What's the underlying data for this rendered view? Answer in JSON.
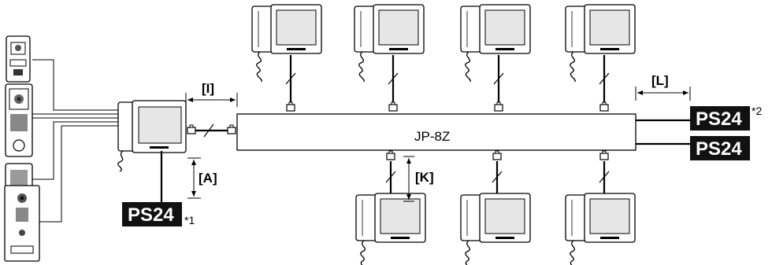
{
  "hub": {
    "label": "JP-8Z"
  },
  "power_supply": {
    "label": "PS24"
  },
  "dimensions": {
    "i": "[I]",
    "l": "[L]",
    "a": "[A]",
    "k": "[K]"
  },
  "notes": {
    "n1": "*1",
    "n2": "*2"
  },
  "colors": {
    "line": "#000000",
    "fill": "#ffffff",
    "badge": "#111111",
    "screen": "#e6e6e6"
  }
}
